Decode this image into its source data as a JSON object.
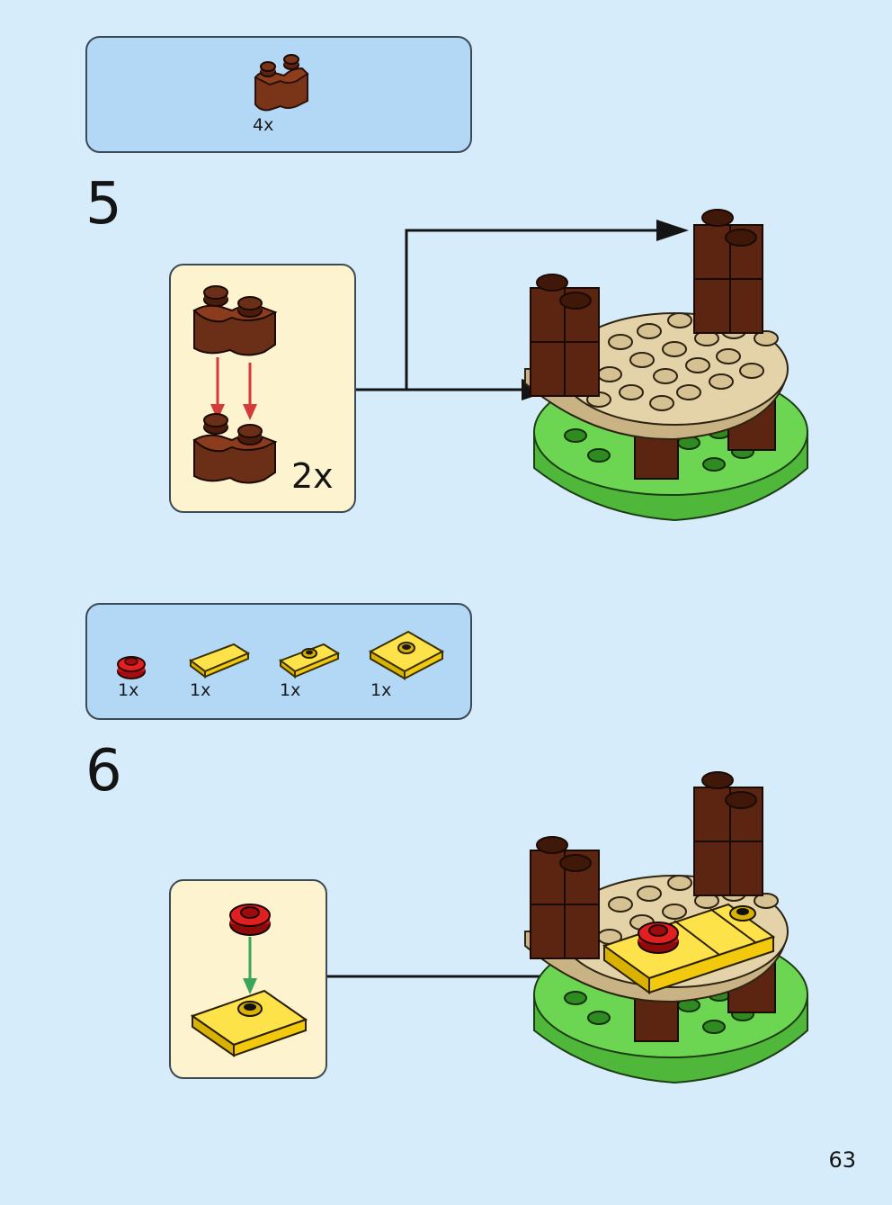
{
  "step5": {
    "number": "5",
    "parts": [
      {
        "part": "brown-brick-1x2-rounded",
        "qty": "4x"
      }
    ],
    "subassembly_qty": "2x"
  },
  "step6": {
    "number": "6",
    "parts": [
      {
        "part": "red-round-plate-1x1",
        "qty": "1x"
      },
      {
        "part": "yellow-tile-1x2",
        "qty": "1x"
      },
      {
        "part": "yellow-plate-1x2-jumper",
        "qty": "1x"
      },
      {
        "part": "yellow-plate-2x2-jumper",
        "qty": "1x"
      }
    ]
  },
  "page_number": "63",
  "colors": {
    "page_bg": "#d6ecfb",
    "parts_box": "#b3d8f5",
    "subassembly_box": "#fdf3cf",
    "brown": "#6b2e17",
    "tan": "#e4d2a8",
    "green": "#62c94a",
    "yellow": "#fbd81f",
    "red": "#d01313"
  }
}
